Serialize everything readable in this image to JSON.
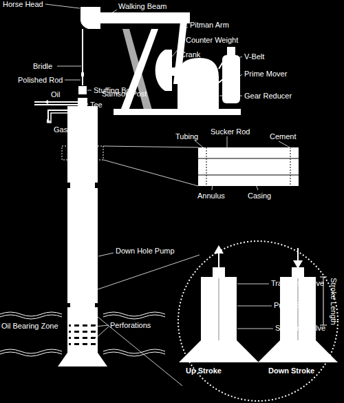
{
  "diagram": {
    "labels": [
      "Horse Head",
      "Walking Beam",
      "Pitman Arm",
      "Counter Weight",
      "Crank",
      "V-Belt",
      "Bridle",
      "Prime Mover",
      "Polished Rod",
      "Stuffing Box",
      "Samson Post",
      "Gear Reducer",
      "Oil",
      "Tee",
      "Gas",
      "Tubing",
      "Sucker Rod",
      "Cement",
      "Annulus",
      "Casing",
      "Down Hole Pump",
      "Travelling Valve",
      "Pump Barrel",
      "Standing Valve",
      "Stroke Length",
      "Oil Bearing Zone",
      "Perforations",
      "Up Stroke",
      "Down Stroke"
    ]
  }
}
